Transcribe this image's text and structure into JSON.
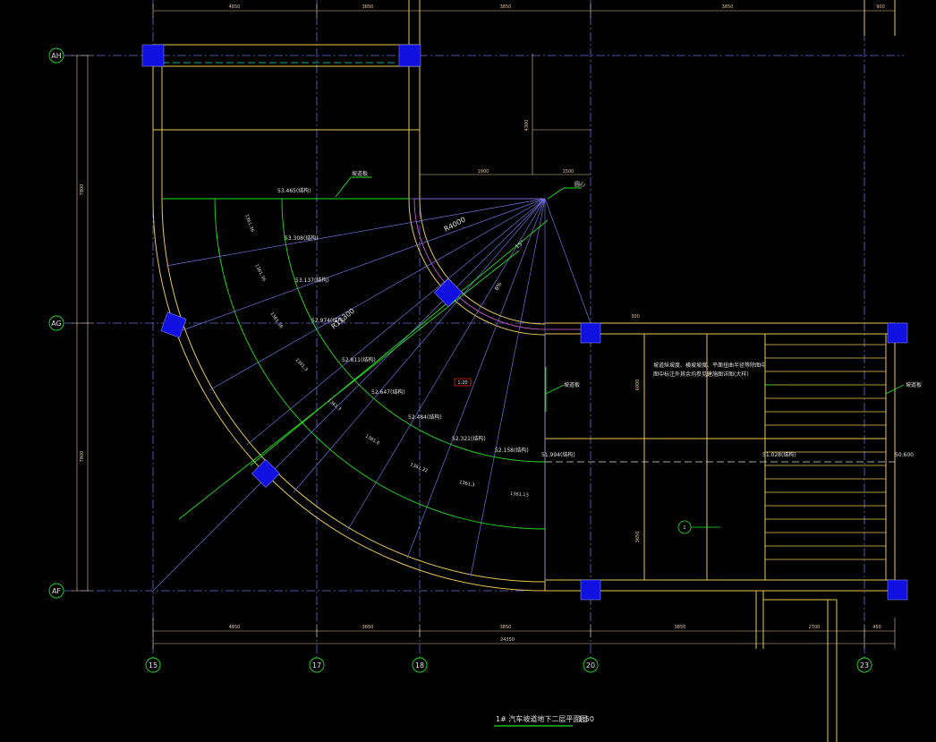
{
  "drawing": {
    "title": "1# 汽车坡道地下二层平面图",
    "scale": "1:50",
    "colors": {
      "background": "#000000",
      "grid": "#7070e0",
      "wall": "#e8c850",
      "annotation": "#20e020",
      "column": "#1010e0",
      "dimension": "#e0c8a0",
      "radius_line": "#e060e0"
    }
  },
  "axes": {
    "horizontal": [
      {
        "label": "AH"
      },
      {
        "label": "AG"
      },
      {
        "label": "AF"
      }
    ],
    "vertical": [
      {
        "label": "15"
      },
      {
        "label": "17"
      },
      {
        "label": "18"
      },
      {
        "label": "20"
      },
      {
        "label": "23"
      }
    ]
  },
  "elevations": [
    {
      "text": "53.465(结构)"
    },
    {
      "text": "53.308(结构)"
    },
    {
      "text": "53.137(结构)"
    },
    {
      "text": "52.974(结构)"
    },
    {
      "text": "52.811(结构)"
    },
    {
      "text": "52.647(结构)"
    },
    {
      "text": "52.484(结构)"
    },
    {
      "text": "52.321(结构)"
    },
    {
      "text": "52.158(结构)"
    },
    {
      "text": "51.994(结构)"
    },
    {
      "text": "51.028(结构)"
    },
    {
      "text": "50.600"
    }
  ],
  "radii": [
    {
      "text": "R4000"
    },
    {
      "text": "R11300"
    }
  ],
  "arc_dims": [
    {
      "text": "1361.36"
    },
    {
      "text": "1361.36"
    },
    {
      "text": "1361.36"
    },
    {
      "text": "1361.3"
    },
    {
      "text": "1361.3"
    },
    {
      "text": "1361.0"
    },
    {
      "text": "1361.32"
    },
    {
      "text": "1361.3"
    },
    {
      "text": "1361.13"
    }
  ],
  "notes": {
    "slope_left": "坡道板",
    "slope_right": "坡道板",
    "slope_far_right": "坡道板",
    "ramp_note_line1": "坡道纵坡度、横坡坡度、平面扭曲半径等除图中",
    "ramp_note_line2": "图中标注外其余均参见建施图详图(大样)",
    "angle_a": "15°",
    "angle_b": "8%",
    "red_tag": "1:20",
    "center_mark": "圆心",
    "axis_note": "1"
  },
  "dimensions": {
    "top": [
      {
        "text": "4850"
      },
      {
        "text": "3850"
      },
      {
        "text": "3850"
      },
      {
        "text": "3850"
      },
      {
        "text": "900"
      }
    ],
    "bottom_row1": [
      {
        "text": "4850"
      },
      {
        "text": "3850"
      },
      {
        "text": "3850"
      },
      {
        "text": "3850"
      },
      {
        "text": "2700"
      },
      {
        "text": "450"
      }
    ],
    "bottom_total": "24350",
    "left": [
      {
        "text": "7800"
      },
      {
        "text": "7800"
      }
    ],
    "misc": [
      {
        "text": "1900"
      },
      {
        "text": "1500"
      },
      {
        "text": "4300"
      },
      {
        "text": "300"
      },
      {
        "text": "6000"
      },
      {
        "text": "3650"
      }
    ]
  }
}
